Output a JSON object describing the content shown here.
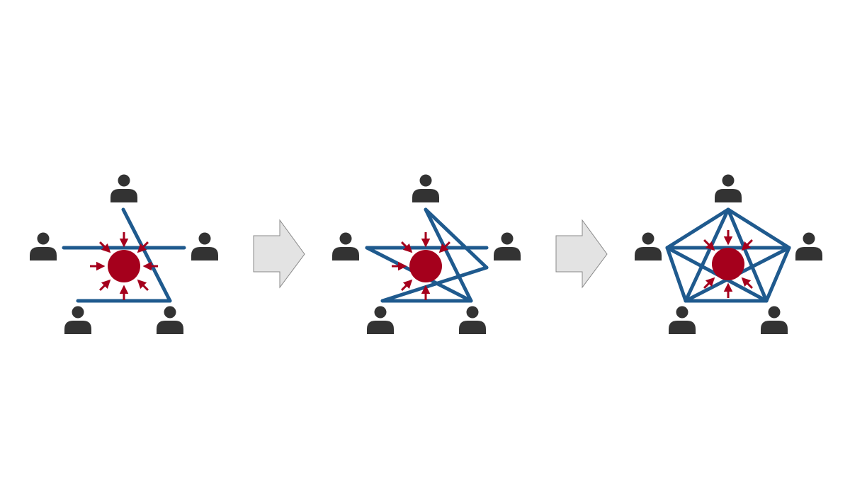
{
  "colors": {
    "person": "#333333",
    "link": "#1f5a8e",
    "core": "#a5001c",
    "arrow_fill": "#e3e3e3",
    "arrow_stroke": "#888888",
    "background": "#ffffff"
  },
  "icons": {
    "person": "person-icon",
    "core": "core-circle",
    "transition": "right-arrow-icon"
  },
  "diagram": {
    "stages": [
      {
        "id": "stage-1",
        "state": "partial",
        "connection_count": 3,
        "people": 5
      },
      {
        "id": "stage-2",
        "state": "growing",
        "connection_count": 5,
        "people": 5
      },
      {
        "id": "stage-3",
        "state": "fully-connected",
        "connection_count": 10,
        "people": 5
      }
    ],
    "transitions": 2
  }
}
